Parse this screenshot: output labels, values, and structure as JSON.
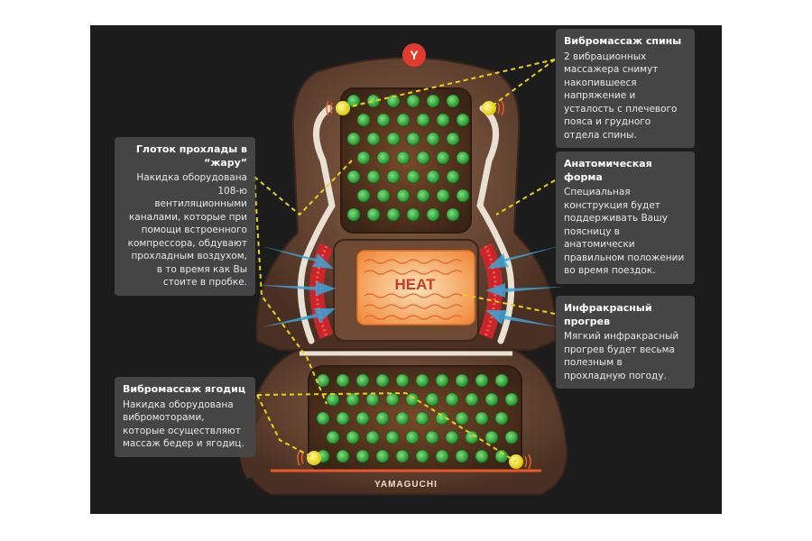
{
  "brand": "YAMAGUCHI",
  "logo_letter": "Y",
  "heat_label": "HEAT",
  "callouts": {
    "back_vibro": {
      "title": "Вибромассаж спины",
      "body": "2 вибрационных массажера снимут накопившееся напряжение и усталость с плечевого пояса и грудного отдела спины."
    },
    "cooling": {
      "title": "Глоток прохлады в “жару”",
      "body": "Накидка оборудована 108-ю вентиляционными каналами, которые при помощи встроенного компрессора, обдувают прохладным воздухом, в то время как Вы стоите в пробке."
    },
    "anatomic": {
      "title": "Анатомическая форма",
      "body": "Специальная конструкция будет поддерживать Вашу поясницу в анатомически правильном положении во время поездок."
    },
    "infrared": {
      "title": "Инфракрасный прогрев",
      "body": "Мягкий инфракрасный прогрев будет весьма полезным в прохладную погоду."
    },
    "seat_vibro": {
      "title": "Вибромассаж ягодиц",
      "body": "Накидка оборудована вибромоторами, которые осуществляют массаж бедер и ягодиц."
    }
  },
  "colors": {
    "background": "#1c1c1c",
    "seat_brown": "#6b4a35",
    "callout_bg": "#484848",
    "vent_green": "#2fae3c",
    "heat_orange": "#f0883a",
    "dash_yellow": "#e8d21a",
    "arrow_blue": "#3aa6d8"
  }
}
